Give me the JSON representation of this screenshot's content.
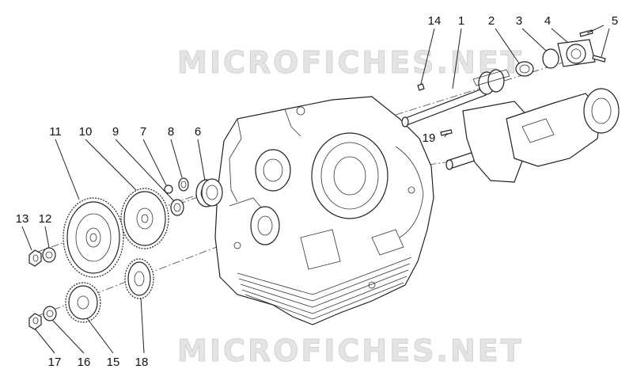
{
  "watermark": {
    "text": "MICROFICHES.NET"
  },
  "callouts": {
    "c1": "1",
    "c2": "2",
    "c3": "3",
    "c4": "4",
    "c5": "5",
    "c6": "6",
    "c7": "7",
    "c8": "8",
    "c9": "9",
    "c10": "10",
    "c11": "11",
    "c12": "12",
    "c13": "13",
    "c14": "14",
    "c15": "15",
    "c16": "16",
    "c17": "17",
    "c18": "18",
    "c19": "19"
  }
}
